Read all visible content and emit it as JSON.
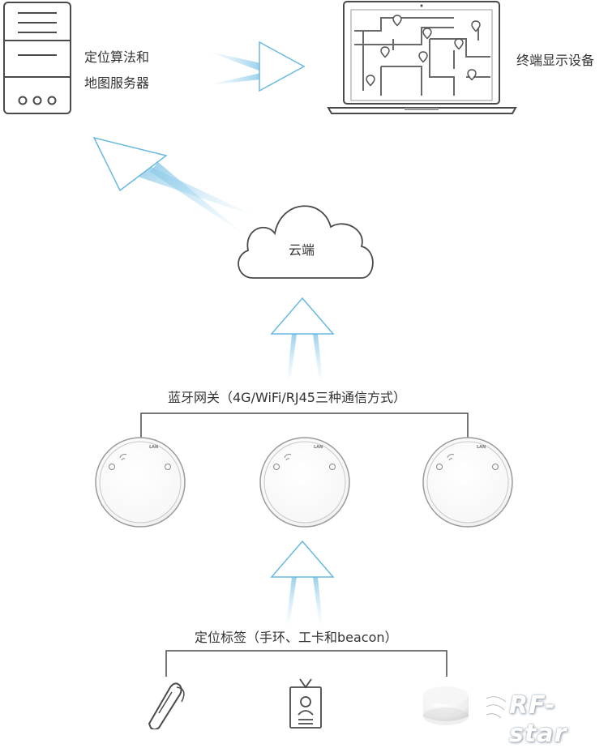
{
  "server": {
    "label_line1": "定位算法和",
    "label_line2": "地图服务器"
  },
  "terminal": {
    "label": "终端显示设备"
  },
  "cloud": {
    "label": "云端"
  },
  "gateway": {
    "label": "蓝牙网关（4G/WiFi/RJ45三种通信方式）",
    "badge": "LAN"
  },
  "tags": {
    "label": "定位标签（手环、工卡和beacon）"
  },
  "brand": {
    "logo": "RF-star"
  }
}
